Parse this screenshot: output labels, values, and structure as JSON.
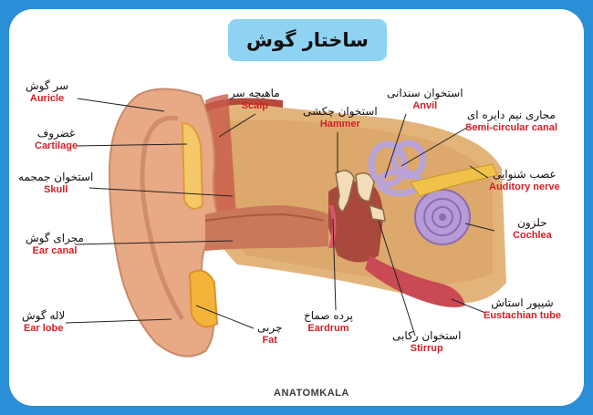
{
  "title": "ساختار گوش",
  "labels": {
    "auricle": {
      "fa": "سر گوش",
      "en": "Auricle"
    },
    "cartilage": {
      "fa": "غضروف",
      "en": "Cartilage"
    },
    "skull": {
      "fa": "استخوان جمجمه",
      "en": "Skull"
    },
    "ear_canal": {
      "fa": "مجرای گوش",
      "en": "Ear canal"
    },
    "ear_lobe": {
      "fa": "لاله گوش",
      "en": "Ear lobe"
    },
    "scalp": {
      "fa": "ماهیچه سر",
      "en": "Scalp"
    },
    "hammer": {
      "fa": "استخوان چکشی",
      "en": "Hammer"
    },
    "anvil": {
      "fa": "استخوان سندانی",
      "en": "Anvil"
    },
    "semicircular": {
      "fa": "مجاری نیم دایره ای",
      "en": "Semi-circular canal"
    },
    "auditory_nerve": {
      "fa": "عصب شنوایی",
      "en": "Auditory nerve"
    },
    "cochlea": {
      "fa": "حلزون",
      "en": "Cochlea"
    },
    "eustachian": {
      "fa": "شیپور استاش",
      "en": "Eustachian tube"
    },
    "stirrup": {
      "fa": "استخوان رکابی",
      "en": "Stirrup"
    },
    "eardrum": {
      "fa": "پرده صماخ",
      "en": "Eardrum"
    },
    "fat": {
      "fa": "چربی",
      "en": "Fat"
    }
  },
  "brand": "ANATOMKALA",
  "colors": {
    "frame": "#2a8fd6",
    "title_box": "#8fd3f2",
    "label_en": "#d21f27"
  }
}
